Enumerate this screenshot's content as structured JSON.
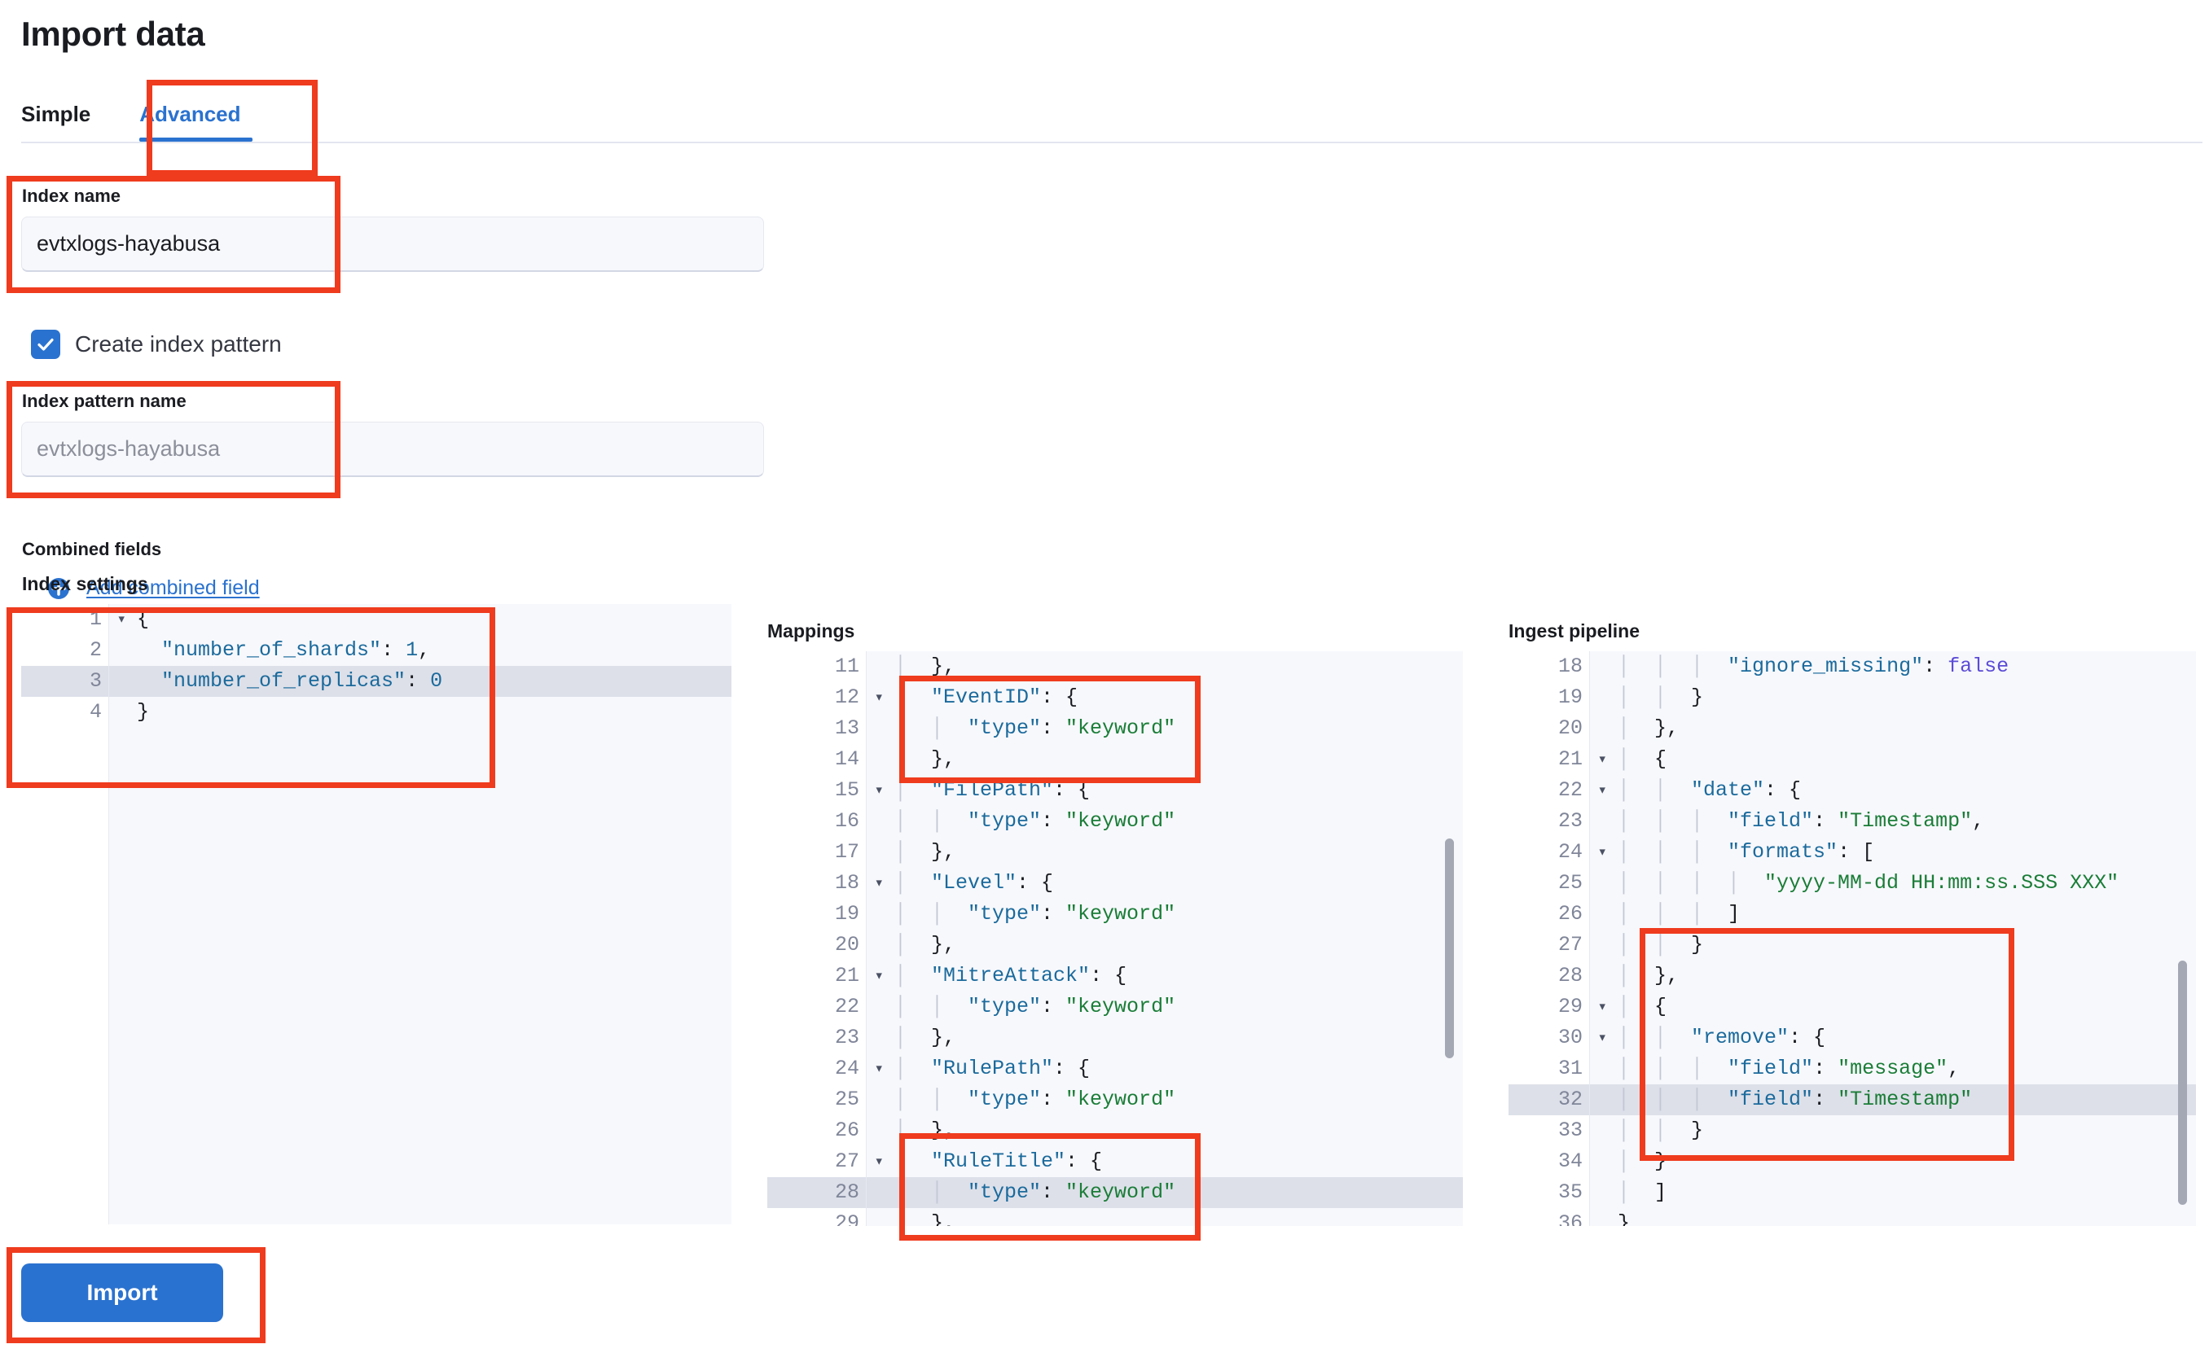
{
  "page": {
    "title": "Import data"
  },
  "tabs": [
    {
      "label": "Simple",
      "active": false
    },
    {
      "label": "Advanced",
      "active": true
    }
  ],
  "form": {
    "index_name": {
      "label": "Index name",
      "value": "evtxlogs-hayabusa"
    },
    "create_index_pattern": {
      "label": "Create index pattern",
      "checked": true
    },
    "index_pattern_name": {
      "label": "Index pattern name",
      "placeholder": "evtxlogs-hayabusa",
      "value": ""
    },
    "combined_fields": {
      "label": "Combined fields",
      "add_link": "Add combined field",
      "add_icon": "plus-circle-icon"
    }
  },
  "editors": {
    "index_settings": {
      "title": "Index settings",
      "first_line": 1,
      "highlight_line": 3,
      "fold_lines": [
        1
      ],
      "lines": [
        [
          {
            "t": "{",
            "c": "p"
          }
        ],
        [
          {
            "t": "  ",
            "c": "p"
          },
          {
            "t": "\"number_of_shards\"",
            "c": "k"
          },
          {
            "t": ": ",
            "c": "p"
          },
          {
            "t": "1",
            "c": "n"
          },
          {
            "t": ",",
            "c": "p"
          }
        ],
        [
          {
            "t": "  ",
            "c": "p"
          },
          {
            "t": "\"number_of_replicas\"",
            "c": "k"
          },
          {
            "t": ": ",
            "c": "p"
          },
          {
            "t": "0",
            "c": "n"
          }
        ],
        [
          {
            "t": "}",
            "c": "p"
          }
        ]
      ]
    },
    "mappings": {
      "title": "Mappings",
      "first_line": 11,
      "highlight_line": 28,
      "fold_lines": [
        12,
        15,
        18,
        21,
        24,
        27
      ],
      "lines": [
        [
          {
            "t": "│  ",
            "c": "ig"
          },
          {
            "t": "},",
            "c": "p"
          }
        ],
        [
          {
            "t": "│  ",
            "c": "ig"
          },
          {
            "t": "\"EventID\"",
            "c": "k"
          },
          {
            "t": ": {",
            "c": "p"
          }
        ],
        [
          {
            "t": "│  │  ",
            "c": "ig"
          },
          {
            "t": "\"type\"",
            "c": "k"
          },
          {
            "t": ": ",
            "c": "p"
          },
          {
            "t": "\"keyword\"",
            "c": "s"
          }
        ],
        [
          {
            "t": "│  ",
            "c": "ig"
          },
          {
            "t": "},",
            "c": "p"
          }
        ],
        [
          {
            "t": "│  ",
            "c": "ig"
          },
          {
            "t": "\"FilePath\"",
            "c": "k"
          },
          {
            "t": ": {",
            "c": "p"
          }
        ],
        [
          {
            "t": "│  │  ",
            "c": "ig"
          },
          {
            "t": "\"type\"",
            "c": "k"
          },
          {
            "t": ": ",
            "c": "p"
          },
          {
            "t": "\"keyword\"",
            "c": "s"
          }
        ],
        [
          {
            "t": "│  ",
            "c": "ig"
          },
          {
            "t": "},",
            "c": "p"
          }
        ],
        [
          {
            "t": "│  ",
            "c": "ig"
          },
          {
            "t": "\"Level\"",
            "c": "k"
          },
          {
            "t": ": {",
            "c": "p"
          }
        ],
        [
          {
            "t": "│  │  ",
            "c": "ig"
          },
          {
            "t": "\"type\"",
            "c": "k"
          },
          {
            "t": ": ",
            "c": "p"
          },
          {
            "t": "\"keyword\"",
            "c": "s"
          }
        ],
        [
          {
            "t": "│  ",
            "c": "ig"
          },
          {
            "t": "},",
            "c": "p"
          }
        ],
        [
          {
            "t": "│  ",
            "c": "ig"
          },
          {
            "t": "\"MitreAttack\"",
            "c": "k"
          },
          {
            "t": ": {",
            "c": "p"
          }
        ],
        [
          {
            "t": "│  │  ",
            "c": "ig"
          },
          {
            "t": "\"type\"",
            "c": "k"
          },
          {
            "t": ": ",
            "c": "p"
          },
          {
            "t": "\"keyword\"",
            "c": "s"
          }
        ],
        [
          {
            "t": "│  ",
            "c": "ig"
          },
          {
            "t": "},",
            "c": "p"
          }
        ],
        [
          {
            "t": "│  ",
            "c": "ig"
          },
          {
            "t": "\"RulePath\"",
            "c": "k"
          },
          {
            "t": ": {",
            "c": "p"
          }
        ],
        [
          {
            "t": "│  │  ",
            "c": "ig"
          },
          {
            "t": "\"type\"",
            "c": "k"
          },
          {
            "t": ": ",
            "c": "p"
          },
          {
            "t": "\"keyword\"",
            "c": "s"
          }
        ],
        [
          {
            "t": "│  ",
            "c": "ig"
          },
          {
            "t": "},",
            "c": "p"
          }
        ],
        [
          {
            "t": "│  ",
            "c": "ig"
          },
          {
            "t": "\"RuleTitle\"",
            "c": "k"
          },
          {
            "t": ": {",
            "c": "p"
          }
        ],
        [
          {
            "t": "│  │  ",
            "c": "ig"
          },
          {
            "t": "\"type\"",
            "c": "k"
          },
          {
            "t": ": ",
            "c": "p"
          },
          {
            "t": "\"keyword\"",
            "c": "s"
          }
        ],
        [
          {
            "t": "│  ",
            "c": "ig"
          },
          {
            "t": "},",
            "c": "p"
          }
        ]
      ]
    },
    "ingest_pipeline": {
      "title": "Ingest pipeline",
      "first_line": 18,
      "highlight_line": 32,
      "fold_lines": [
        21,
        22,
        24,
        29,
        30
      ],
      "lines": [
        [
          {
            "t": "│  │  │  ",
            "c": "ig"
          },
          {
            "t": "\"ignore_missing\"",
            "c": "k"
          },
          {
            "t": ": ",
            "c": "p"
          },
          {
            "t": "false",
            "c": "b"
          }
        ],
        [
          {
            "t": "│  │  ",
            "c": "ig"
          },
          {
            "t": "}",
            "c": "p"
          }
        ],
        [
          {
            "t": "│  ",
            "c": "ig"
          },
          {
            "t": "},",
            "c": "p"
          }
        ],
        [
          {
            "t": "│  ",
            "c": "ig"
          },
          {
            "t": "{",
            "c": "p"
          }
        ],
        [
          {
            "t": "│  │  ",
            "c": "ig"
          },
          {
            "t": "\"date\"",
            "c": "k"
          },
          {
            "t": ": {",
            "c": "p"
          }
        ],
        [
          {
            "t": "│  │  │  ",
            "c": "ig"
          },
          {
            "t": "\"field\"",
            "c": "k"
          },
          {
            "t": ": ",
            "c": "p"
          },
          {
            "t": "\"Timestamp\"",
            "c": "s"
          },
          {
            "t": ",",
            "c": "p"
          }
        ],
        [
          {
            "t": "│  │  │  ",
            "c": "ig"
          },
          {
            "t": "\"formats\"",
            "c": "k"
          },
          {
            "t": ": [",
            "c": "p"
          }
        ],
        [
          {
            "t": "│  │  │  │  ",
            "c": "ig"
          },
          {
            "t": "\"yyyy-MM-dd HH:mm:ss.SSS XXX\"",
            "c": "s"
          }
        ],
        [
          {
            "t": "│  │  │  ",
            "c": "ig"
          },
          {
            "t": "]",
            "c": "p"
          }
        ],
        [
          {
            "t": "│  │  ",
            "c": "ig"
          },
          {
            "t": "}",
            "c": "p"
          }
        ],
        [
          {
            "t": "│  ",
            "c": "ig"
          },
          {
            "t": "},",
            "c": "p"
          }
        ],
        [
          {
            "t": "│  ",
            "c": "ig"
          },
          {
            "t": "{",
            "c": "p"
          }
        ],
        [
          {
            "t": "│  │  ",
            "c": "ig"
          },
          {
            "t": "\"remove\"",
            "c": "k"
          },
          {
            "t": ": {",
            "c": "p"
          }
        ],
        [
          {
            "t": "│  │  │  ",
            "c": "ig"
          },
          {
            "t": "\"field\"",
            "c": "k"
          },
          {
            "t": ": ",
            "c": "p"
          },
          {
            "t": "\"message\"",
            "c": "s"
          },
          {
            "t": ",",
            "c": "p"
          }
        ],
        [
          {
            "t": "│  │  │  ",
            "c": "ig"
          },
          {
            "t": "\"field\"",
            "c": "k"
          },
          {
            "t": ": ",
            "c": "p"
          },
          {
            "t": "\"Timestamp\"",
            "c": "s"
          }
        ],
        [
          {
            "t": "│  │  ",
            "c": "ig"
          },
          {
            "t": "}",
            "c": "p"
          }
        ],
        [
          {
            "t": "│  ",
            "c": "ig"
          },
          {
            "t": "}",
            "c": "p"
          }
        ],
        [
          {
            "t": "│  ",
            "c": "ig"
          },
          {
            "t": "]",
            "c": "p"
          }
        ],
        [
          {
            "t": "}",
            "c": "p"
          }
        ]
      ]
    }
  },
  "actions": {
    "import_label": "Import"
  },
  "colors": {
    "accent": "#2a72cf",
    "annotation": "#ef3b1e",
    "code_key": "#1b6a9c",
    "code_string": "#1a7d37",
    "code_boolean": "#5b4bd6",
    "editor_bg": "#f7f8fc",
    "highlight_row": "#dde0e9"
  }
}
